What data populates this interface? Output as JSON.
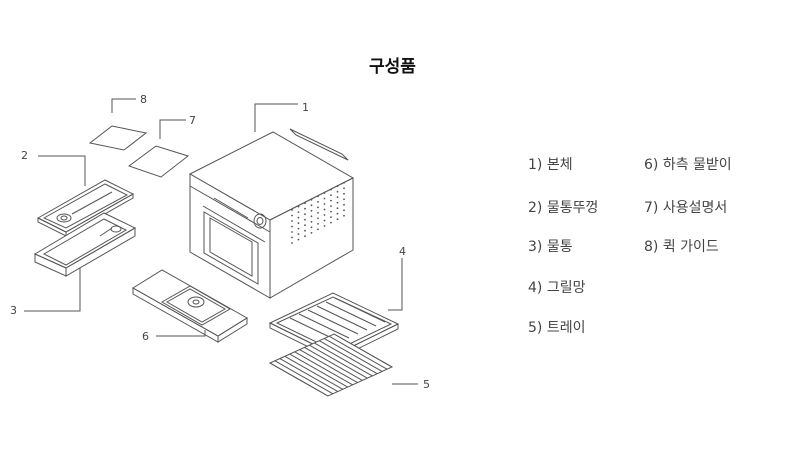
{
  "title": "구성품",
  "callouts": [
    "1",
    "2",
    "3",
    "4",
    "5",
    "6",
    "7",
    "8"
  ],
  "parts": [
    {
      "label": "1)  본체"
    },
    {
      "label": "2) 물통뚜껑"
    },
    {
      "label": "3) 물통"
    },
    {
      "label": "4) 그릴망"
    },
    {
      "label": "5) 트레이"
    },
    {
      "label": "6) 하측 물받이"
    },
    {
      "label": "7) 사용설명서"
    },
    {
      "label": "8) 퀵 가이드"
    }
  ],
  "colors": {
    "line": "#555555",
    "text": "#444444",
    "title": "#111111"
  }
}
